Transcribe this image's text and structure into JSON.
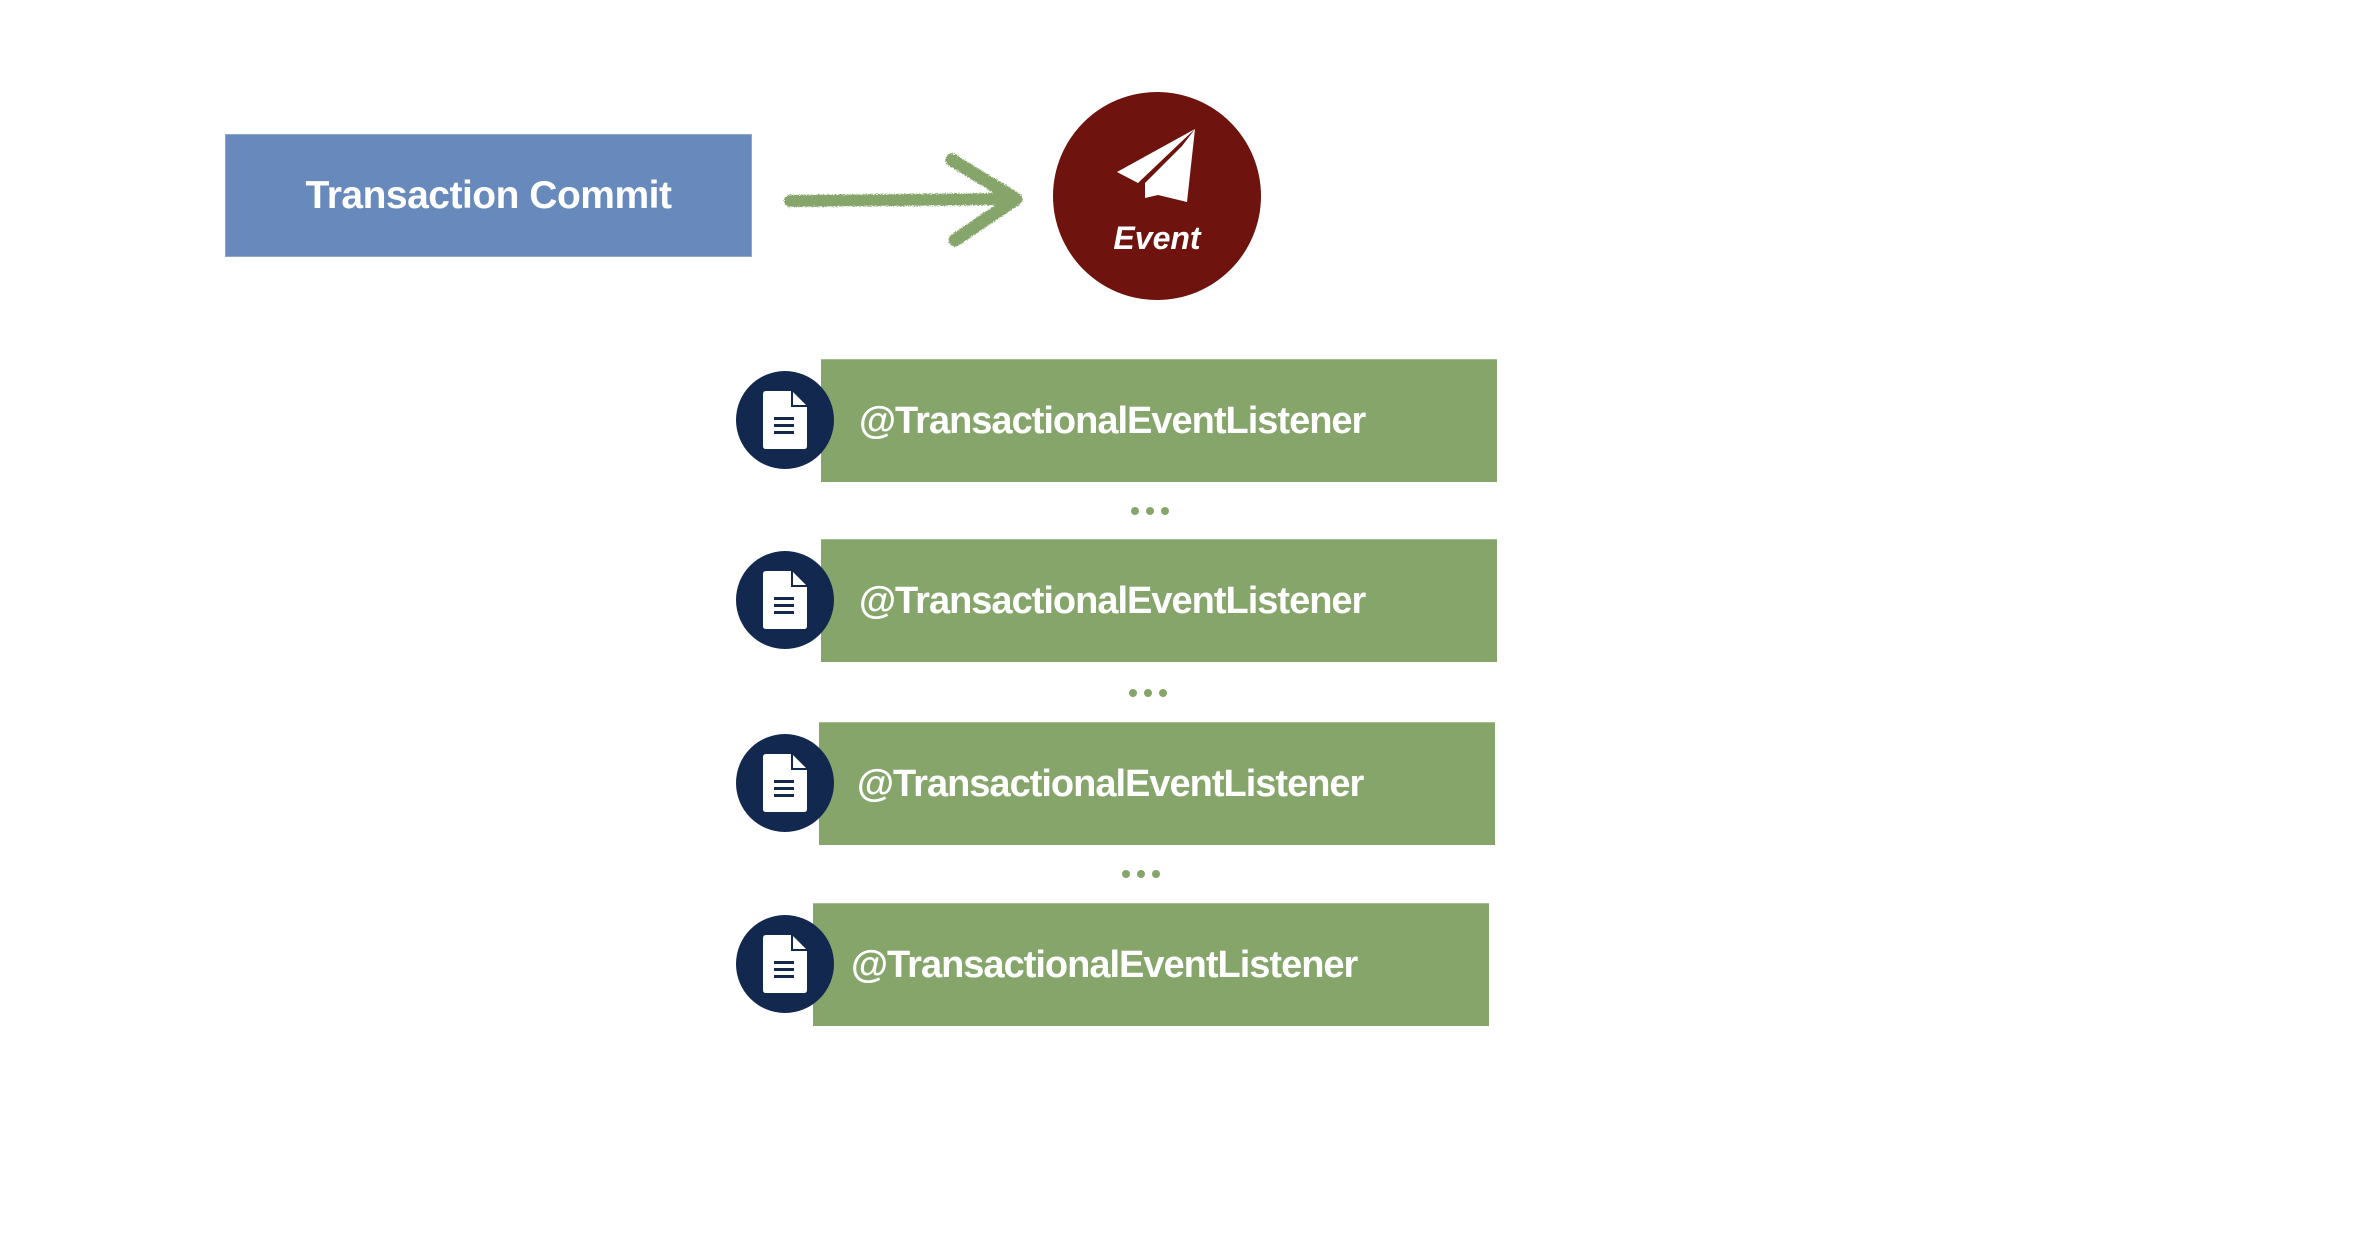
{
  "diagram": {
    "trigger": {
      "label": "Transaction Commit",
      "color": "#6789bb"
    },
    "connector": {
      "type": "arrow",
      "style": "chalk",
      "direction": "right",
      "color": "#86a56b"
    },
    "event": {
      "label": "Event",
      "icon": "paper-plane-icon",
      "color": "#6e130d"
    },
    "listeners": [
      {
        "label": "@TransactionalEventListener",
        "icon": "document-icon"
      },
      {
        "label": "@TransactionalEventListener",
        "icon": "document-icon"
      },
      {
        "label": "@TransactionalEventListener",
        "icon": "document-icon"
      },
      {
        "label": "@TransactionalEventListener",
        "icon": "document-icon"
      }
    ],
    "separator": "...",
    "colors": {
      "listener_box": "#86a56b",
      "listener_badge": "#13284f",
      "text": "#ffffff"
    }
  }
}
